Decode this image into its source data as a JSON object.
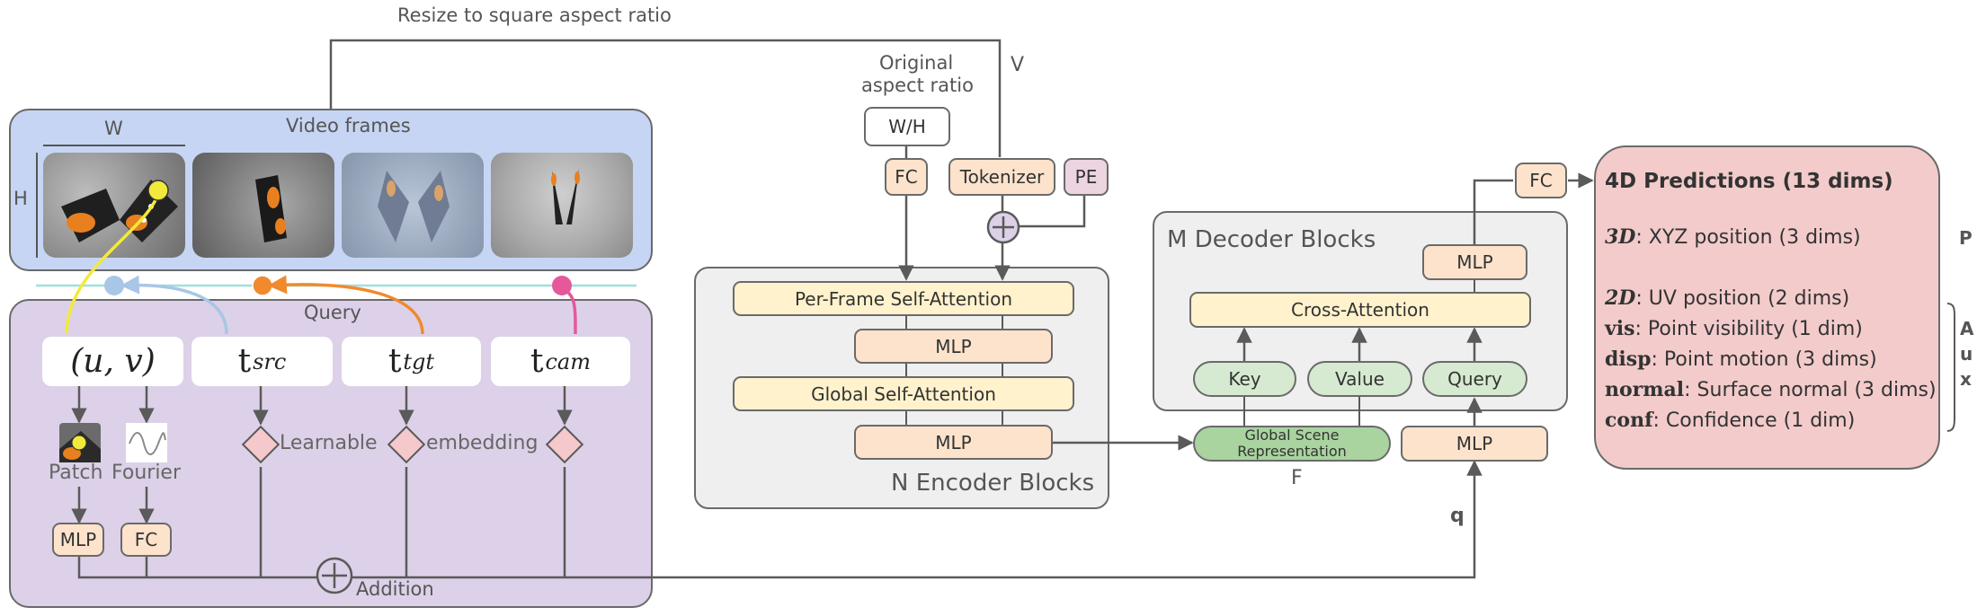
{
  "top": {
    "resize_label": "Resize to square aspect ratio",
    "v_label": "V",
    "original_aspect": [
      "Original",
      "aspect ratio"
    ],
    "wh_box": "W/H",
    "fc_label": "FC",
    "tokenizer_label": "Tokenizer",
    "pe_label": "PE"
  },
  "video": {
    "title": "Video frames",
    "w_label": "W",
    "h_label": "H"
  },
  "query": {
    "title": "Query",
    "uv": "(u, v)",
    "t_letter": "t",
    "t_src": "src",
    "t_tgt": "tgt",
    "t_cam": "cam",
    "patch": "Patch",
    "fourier": "Fourier",
    "learnable": "Learnable",
    "embedding": "embedding",
    "mlp": "MLP",
    "fc": "FC",
    "addition": "Addition"
  },
  "encoder": {
    "per_frame": "Per-Frame Self-Attention",
    "mlp": "MLP",
    "global": "Global Self-Attention",
    "mlp2": "MLP",
    "title": "N Encoder Blocks"
  },
  "decoder": {
    "title": "M Decoder Blocks",
    "mlp_top": "MLP",
    "cross": "Cross-Attention",
    "key": "Key",
    "value": "Value",
    "query": "Query",
    "global_scene": [
      "Global Scene",
      "Representation"
    ],
    "f_label": "F",
    "mlp_bottom": "MLP",
    "q_label": "q",
    "fc": "FC"
  },
  "predictions": {
    "title": "4D Predictions (13 dims)",
    "items": [
      {
        "key": "3D",
        "text": ": XYZ position (3 dims)"
      },
      {
        "key": "2D",
        "text": ": UV position (2 dims)"
      },
      {
        "key": "vis",
        "text": ": Point visibility (1 dim)"
      },
      {
        "key": "disp",
        "text": ": Point motion (3 dims)"
      },
      {
        "key": "normal",
        "text": ": Surface normal (3 dims)"
      },
      {
        "key": "conf",
        "text": ": Confidence (1 dim)"
      }
    ],
    "p_label": "P",
    "aux": [
      "A",
      "u",
      "x"
    ]
  },
  "colors": {
    "video_panel": "#c6d5f3",
    "query_panel": "#dcd1e8",
    "encoder_panel": "#efefef",
    "pred_panel": "#f3cbcb",
    "yellow_box": "#fff2cc",
    "peach_box": "#fde3cc",
    "green_box": "#d5ead0",
    "arrow_yellow": "#f2ea3a",
    "arrow_blue": "#a9c6e6",
    "arrow_orange": "#f08a2c",
    "arrow_pink": "#e6589a",
    "timeline": "#9fe0dd"
  }
}
